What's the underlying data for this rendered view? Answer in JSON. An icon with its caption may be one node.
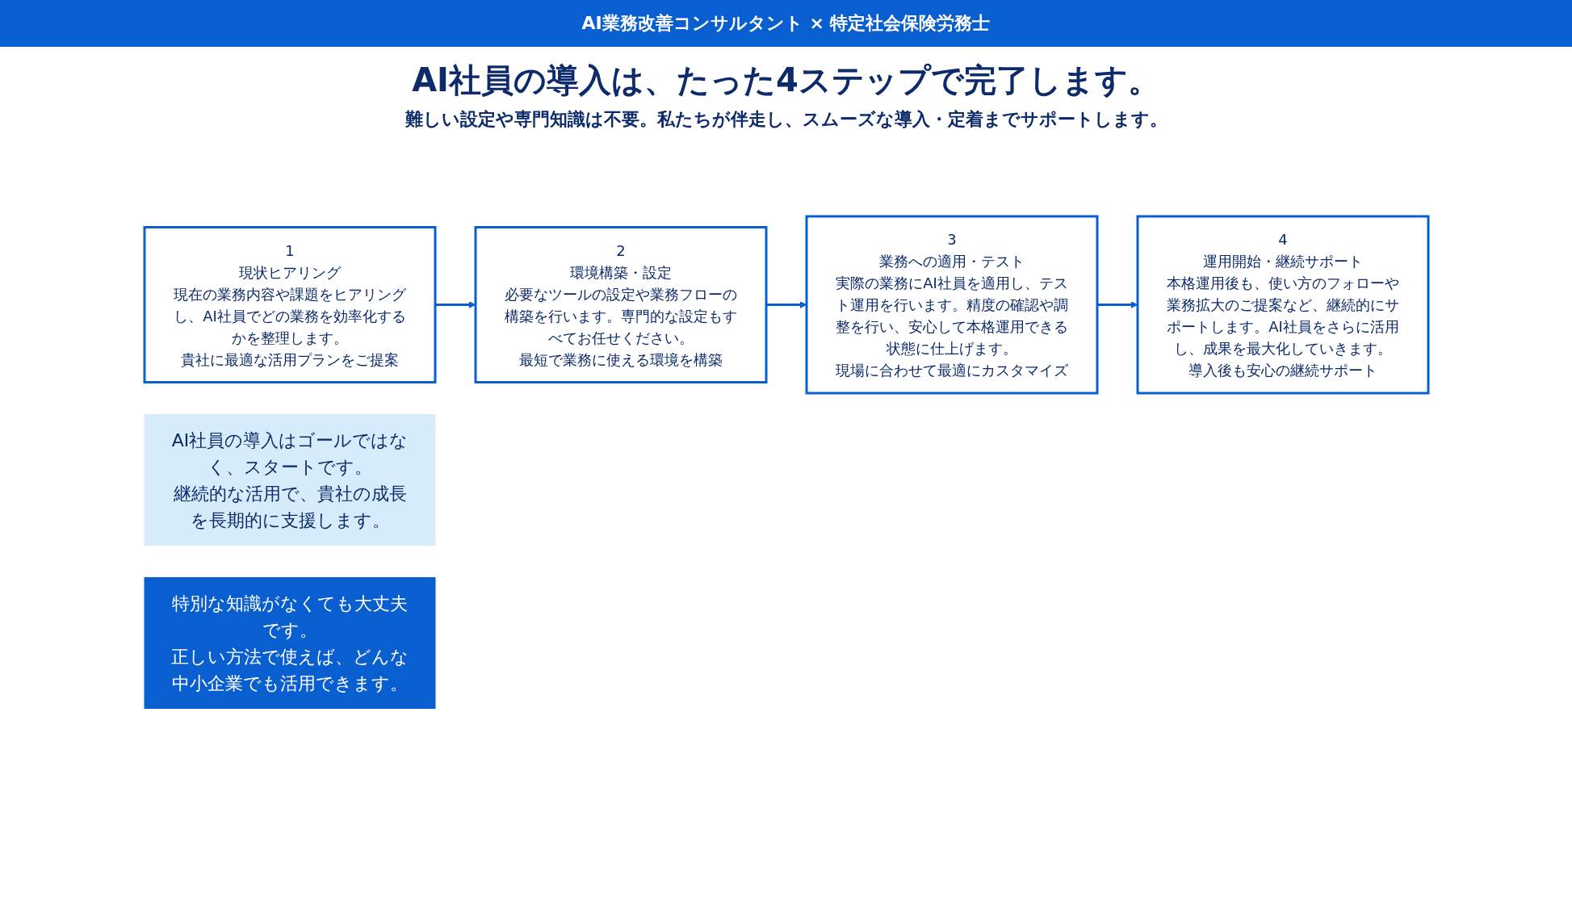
{
  "diagram": {
    "title": "AI社員の導入は、たった4ステップで完了します。",
    "nodes": [
      {
        "text": [
          "1",
          "現状ヒアリング",
          "現在の業務内容や課題をヒアリングし、AI社員でどの業務を効率化するかを整理します。",
          "貴社に最適な活用プランをご提案"
        ]
      },
      {
        "text": [
          "2",
          "環境構築・設定",
          "必要なツールの設定や業務フローの構築を行います。専門的な設定もすべてお任せください。",
          "最短で業務に使える環境を構築"
        ]
      },
      {
        "text": [
          "3",
          "業務への適用・テスト",
          "実際の業務にAI社員を適用し、テスト運用を行います。精度の確認や調整を行い、安心して本格運用できる状態に仕上げます。",
          "現場に合わせて最適にカスタマイズ"
        ]
      },
      {
        "text": [
          "4",
          "運用開始・継続サポート",
          "本格運用後も、使い方のフォローや業務拡大のご提案など、継続的にサポートします。AI社員をさらに活用し、成果を最大化していきます。",
          "導入後も安心の継続サポート"
        ]
      },
      {
        "text": [
          "AI社員の導入はゴールではなく、スタートです。",
          "継続的な活用で、貴社の成長を長期的に支援します。"
        ]
      },
      {
        "text": [
          "特別な知識がなくても大丈夫です。",
          "正しい方法で使えば、どんな中小企業でも活用できます。"
        ]
      }
    ],
    "edges": [
      {
        "from": 0,
        "to": 1,
        "arrow": "to"
      },
      {
        "from": 1,
        "to": 2,
        "arrow": "to"
      },
      {
        "from": 2,
        "to": 3,
        "arrow": "to"
      }
    ],
    "labels": [
      "AI業務改善コンサルタント × 特定社会保険労務士",
      "難しい設定や専門知識は不要。私たちが伴走し、スムーズな導入・定着までサポートします。"
    ]
  }
}
